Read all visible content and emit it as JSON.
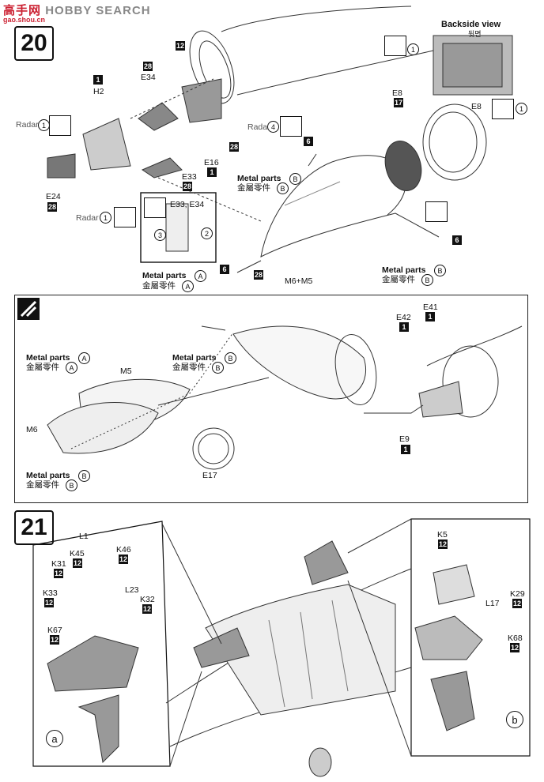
{
  "watermark": {
    "logo": "高手",
    "name": "网",
    "site": "HOBBY SEARCH",
    "sub": "gao.shou.cn"
  },
  "step20": {
    "number": "20",
    "labels": {
      "h2": "H2",
      "e34": "E34",
      "e16": "E16",
      "e33": "E33",
      "e24": "E24",
      "e8": "E8",
      "e8b": "E8",
      "m6m5": "M6+M5",
      "e33e34": "E33, E34",
      "radar": "Radar",
      "backside": "Backside view",
      "backside_kr": "뒷면",
      "metal_a": "Metal parts",
      "metal_a_cn": "金屬零件",
      "metal_b1": "Metal parts",
      "metal_b1_cn": "金屬零件",
      "metal_b2": "Metal parts",
      "metal_b2_cn": "金屬零件"
    },
    "badges": {
      "b1": "1",
      "b12": "12",
      "b28a": "28",
      "b28b": "28",
      "b28c": "28",
      "b28d": "28",
      "b28e": "28",
      "b1b": "1",
      "b17": "17",
      "b6a": "6",
      "b6b": "6",
      "b6c": "6"
    },
    "circles": {
      "c1a": "1",
      "c1b": "1",
      "c4": "4",
      "c1c": "1",
      "c1d": "1",
      "c2": "2",
      "c3": "3",
      "cA": "A",
      "cB1": "B",
      "cB2": "B"
    }
  },
  "inset": {
    "labels": {
      "e42": "E42",
      "e41": "E41",
      "e9": "E9",
      "m5": "M5",
      "m6": "M6",
      "e17": "E17",
      "ma": "Metal parts",
      "ma_cn": "金屬零件",
      "mb1": "Metal parts",
      "mb1_cn": "金屬零件",
      "mb2": "Metal parts",
      "mb2_cn": "金屬零件"
    },
    "badges": {
      "e42": "1",
      "e41": "1",
      "e9": "1"
    },
    "circles": {
      "a": "A",
      "b1": "B",
      "b2": "B"
    }
  },
  "step21": {
    "number": "21",
    "labels": {
      "l1": "L1",
      "k45": "K45",
      "k46": "K46",
      "k31": "K31",
      "l23": "L23",
      "k33": "K33",
      "k32": "K32",
      "k67": "K67",
      "k5": "K5",
      "l17": "L17",
      "k29": "K29",
      "k68": "K68"
    },
    "badges": {
      "k45": "12",
      "k46": "12",
      "k31": "12",
      "k33": "12",
      "k32": "12",
      "k67": "12",
      "k5": "12",
      "k29": "12",
      "k68": "12"
    },
    "circles": {
      "a": "a",
      "b": "b"
    }
  }
}
